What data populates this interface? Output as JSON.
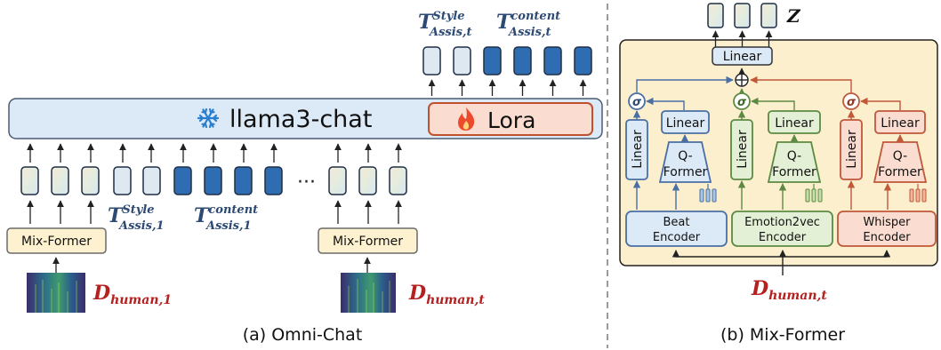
{
  "panel_a": {
    "caption": "(a) Omni-Chat",
    "llm_label": "llama3-chat",
    "lora_label": "Lora",
    "mixformer_label": "Mix-Former",
    "ellipsis": "···",
    "d_human_1": {
      "main": "D",
      "sub": "human,1"
    },
    "d_human_t": {
      "main": "D",
      "sub": "human,t"
    },
    "t_style_1": {
      "main": "T",
      "sup": "Style",
      "sub": "Assis,1"
    },
    "t_content_1": {
      "main": "T",
      "sup": "content",
      "sub": "Assis,1"
    },
    "t_style_t": {
      "main": "T",
      "sup": "Style",
      "sub": "Assis,t"
    },
    "t_content_t": {
      "main": "T",
      "sup": "content",
      "sub": "Assis,t"
    }
  },
  "panel_b": {
    "caption": "(b) Mix-Former",
    "output_label": "Z",
    "top_linear": "Linear",
    "linear": "Linear",
    "qformer": [
      "Q-",
      "Former"
    ],
    "sigma": "σ",
    "plus": "+",
    "encoders": [
      {
        "line1": "Beat",
        "line2": "Encoder"
      },
      {
        "line1": "Emotion2vec",
        "line2": "Encoder"
      },
      {
        "line1": "Whisper",
        "line2": "Encoder"
      }
    ],
    "input": {
      "main": "D",
      "sub": "human,t"
    }
  },
  "colors": {
    "light_token": "#dde8f0",
    "dark_token": "#2f6db3",
    "llm_fill": "#dce9f6",
    "lora_fill": "#fadcd0",
    "lora_border": "#c0502e",
    "mixformer_fill": "#fdf1cf",
    "mixformer_panel": "#fbefce",
    "blue_stroke": "#4a6fa5",
    "green_stroke": "#5c8a42",
    "orange_stroke": "#c0583a",
    "red_text": "#b52020",
    "navy_text": "#2c4a73"
  }
}
